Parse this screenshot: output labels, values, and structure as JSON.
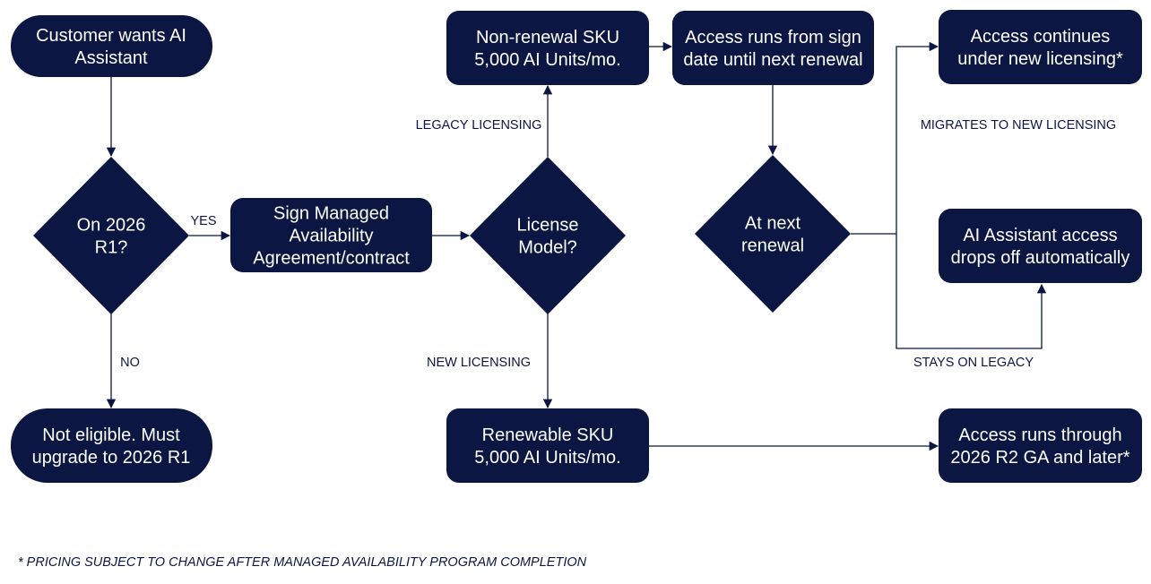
{
  "colors": {
    "node_fill": "#0b1642",
    "node_text": "#ffffff",
    "line": "#0b1642",
    "label_text": "#0b1642"
  },
  "nodes": {
    "start": {
      "shape": "pill",
      "lines": [
        "Customer wants AI",
        "Assistant"
      ]
    },
    "q_release": {
      "shape": "diamond",
      "lines": [
        "On 2026",
        "R1?"
      ]
    },
    "sign_agreement": {
      "shape": "rounded-rect",
      "lines": [
        "Sign Managed",
        "Availability",
        "Agreement/contract"
      ]
    },
    "not_eligible": {
      "shape": "pill",
      "lines": [
        "Not eligible. Must",
        "upgrade to 2026 R1"
      ]
    },
    "q_license": {
      "shape": "diamond",
      "lines": [
        "License",
        "Model?"
      ]
    },
    "non_renewal_sku": {
      "shape": "rounded-rect",
      "lines": [
        "Non-renewal SKU",
        "5,000 AI Units/mo."
      ]
    },
    "renewable_sku": {
      "shape": "rounded-rect",
      "lines": [
        "Renewable SKU",
        "5,000 AI Units/mo."
      ]
    },
    "access_sign_date": {
      "shape": "rounded-rect",
      "lines": [
        "Access runs from sign",
        "date until next renewal"
      ]
    },
    "q_next_renewal": {
      "shape": "diamond",
      "lines": [
        "At next",
        "renewal"
      ]
    },
    "access_continues": {
      "shape": "rounded-rect",
      "lines": [
        "Access continues",
        "under new licensing*"
      ]
    },
    "access_drops": {
      "shape": "rounded-rect",
      "lines": [
        "AI Assistant access",
        "drops off automatically"
      ]
    },
    "access_r2": {
      "shape": "rounded-rect",
      "lines": [
        "Access runs through",
        "2026 R2 GA and later*"
      ]
    }
  },
  "edge_labels": {
    "yes": "YES",
    "no": "NO",
    "legacy": "LEGACY LICENSING",
    "new": "NEW LICENSING",
    "migrates": "MIGRATES TO NEW LICENSING",
    "stays": "STAYS ON LEGACY"
  },
  "footnote": "* PRICING SUBJECT TO CHANGE AFTER MANAGED AVAILABILITY PROGRAM COMPLETION"
}
